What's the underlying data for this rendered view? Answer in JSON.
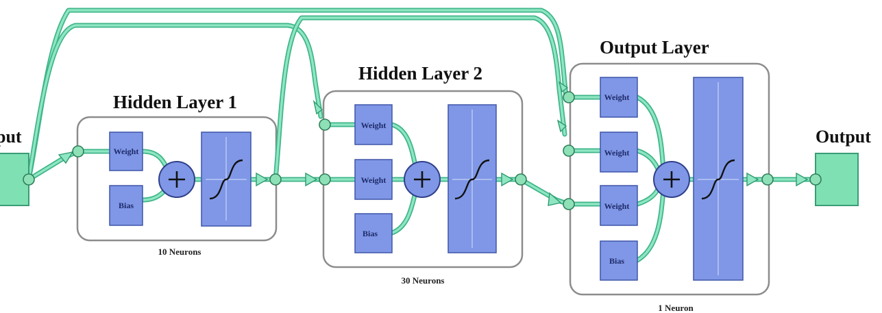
{
  "input": {
    "title": "put"
  },
  "output": {
    "title": "Output"
  },
  "layers": [
    {
      "title": "Hidden Layer 1",
      "neurons": "10 Neurons",
      "weights": [
        "Weight"
      ],
      "bias": "Bias"
    },
    {
      "title": "Hidden Layer 2",
      "neurons": "30 Neurons",
      "weights": [
        "Weight",
        "Weight"
      ],
      "bias": "Bias"
    },
    {
      "title": "Output Layer",
      "neurons": "1 Neuron",
      "weights": [
        "Weight",
        "Weight",
        "Weight"
      ],
      "bias": "Bias"
    }
  ],
  "colors": {
    "connection": "#3fb58a",
    "block": "#7f97e6",
    "io_block": "#7fe0b4"
  }
}
